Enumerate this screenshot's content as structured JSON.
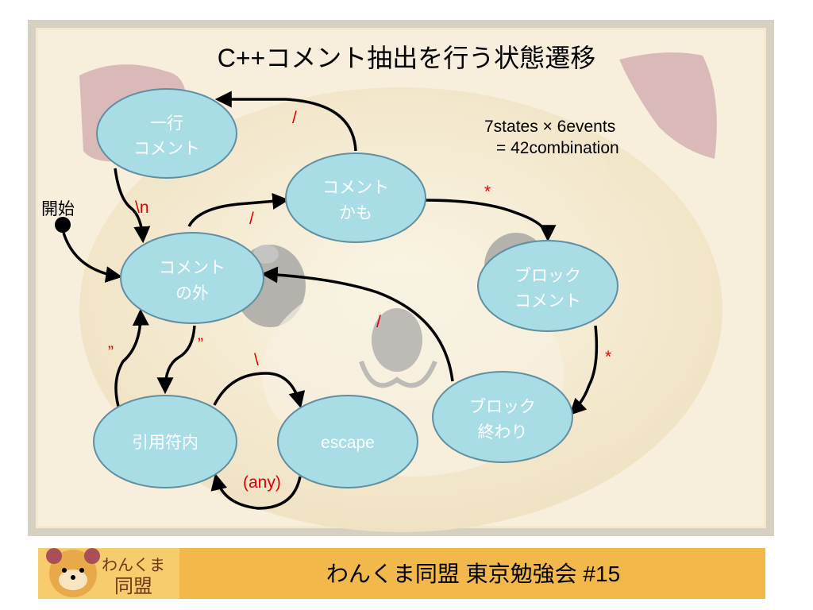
{
  "title": "C++コメント抽出を行う状態遷移",
  "start_label": "開始",
  "note": {
    "line1": "7states × 6events",
    "line2": "= 42combination"
  },
  "nodes": {
    "single_line": {
      "line1": "一行",
      "line2": "コメント"
    },
    "maybe_comment": {
      "line1": "コメント",
      "line2": "かも"
    },
    "outside": {
      "line1": "コメント",
      "line2": "の外"
    },
    "block_comment": {
      "line1": "ブロック",
      "line2": "コメント"
    },
    "block_end": {
      "line1": "ブロック",
      "line2": "終わり"
    },
    "in_quote": {
      "line1": "引用符内"
    },
    "escape": {
      "line1": "escape"
    }
  },
  "edges": {
    "maybe_to_single": "/",
    "outside_to_maybe": "/",
    "single_to_outside": "\\n",
    "maybe_to_block": "*",
    "block_to_end": "*",
    "end_to_outside": "/",
    "outside_to_quote": "”",
    "quote_to_outside": "”",
    "quote_to_escape": "\\",
    "escape_to_quote": "(any)"
  },
  "footer": {
    "logo_line1": "わんくま",
    "logo_line2": "同盟",
    "text": "わんくま同盟 東京勉強会 #15"
  },
  "colors": {
    "node_fill": "#a9dde6",
    "node_stroke": "#5f8fa0",
    "event_label": "#e00000",
    "footer_bar": "#f2b84b",
    "background": "#f7f1e1"
  }
}
